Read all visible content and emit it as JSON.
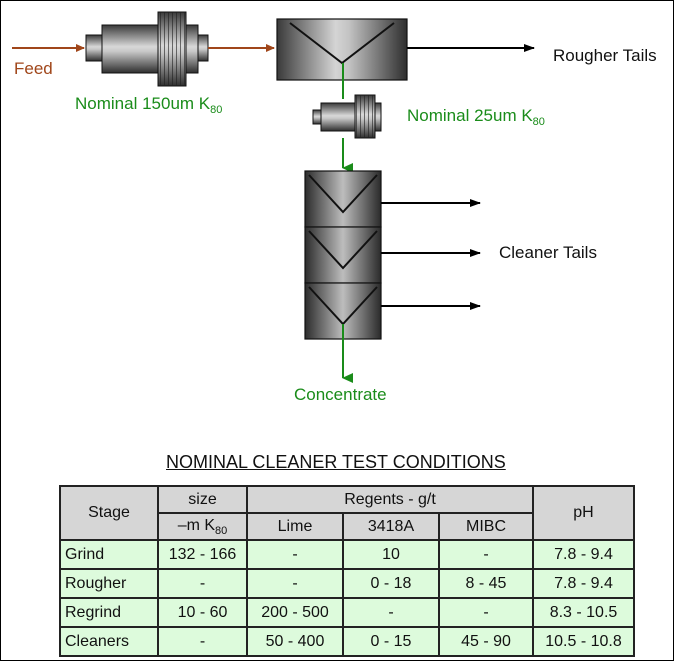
{
  "labels": {
    "feed": "Feed",
    "grind_size_prefix": "Nominal 150um K",
    "grind_size_sub": "80",
    "regrind_size_prefix": "Nominal 25um K",
    "regrind_size_sub": "80",
    "rougher_tails": "Rougher Tails",
    "cleaner_tails": "Cleaner Tails",
    "concentrate": "Concentrate"
  },
  "table": {
    "title": "NOMINAL CLEANER TEST CONDITIONS",
    "headers": {
      "stage": "Stage",
      "size_top": "size",
      "size_bottom_prefix": "–m K",
      "size_bottom_sub": "80",
      "regents": "Regents - g/t",
      "lime": "Lime",
      "r3418a": "3418A",
      "mibc": "MIBC",
      "ph": "pH"
    },
    "rows": [
      {
        "stage": "Grind",
        "size": "132 - 166",
        "lime": "-",
        "r3418a": "10",
        "mibc": "-",
        "ph": "7.8 - 9.4"
      },
      {
        "stage": "Rougher",
        "size": "-",
        "lime": "-",
        "r3418a": "0 - 18",
        "mibc": "8 - 45",
        "ph": "7.8 - 9.4"
      },
      {
        "stage": "Regrind",
        "size": "10 - 60",
        "lime": "200 - 500",
        "r3418a": "-",
        "mibc": "-",
        "ph": "8.3 - 10.5"
      },
      {
        "stage": "Cleaners",
        "size": "-",
        "lime": "50 - 400",
        "r3418a": "0 - 15",
        "mibc": "45 - 90",
        "ph": "10.5 - 10.8"
      }
    ]
  },
  "colors": {
    "feed_line": "#a0461a",
    "green_line": "#1a8c1a",
    "table_header_bg": "#d6d6d6",
    "table_body_bg": "#ddfbdc"
  }
}
